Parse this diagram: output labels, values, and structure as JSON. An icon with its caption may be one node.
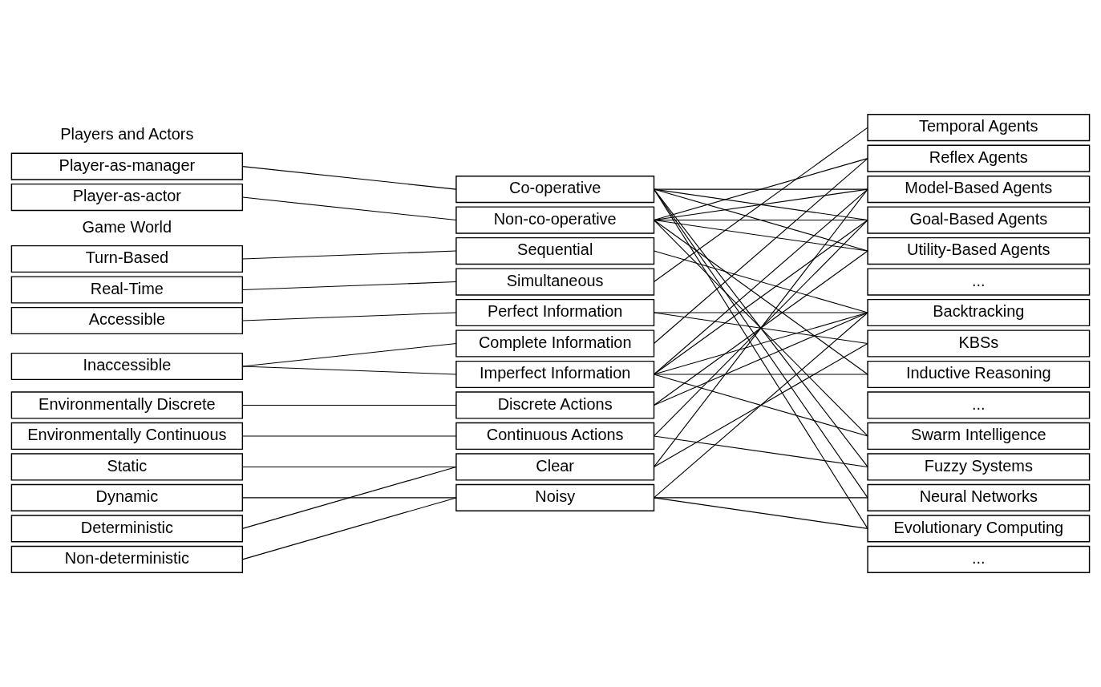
{
  "diagram": {
    "nodes": [
      {
        "text": [
          "Player-as-manager"
        ]
      },
      {
        "text": [
          "Player-as-actor"
        ]
      },
      {
        "text": [
          "Co-operative"
        ]
      },
      {
        "text": [
          "Non-co-operative"
        ]
      },
      {
        "text": [
          "Temporal Agents"
        ]
      },
      {
        "text": [
          "Reflex Agents"
        ]
      },
      {
        "text": [
          "Model-Based Agents"
        ]
      },
      {
        "text": [
          "Goal-Based Agents"
        ]
      },
      {
        "text": [
          "Utility-Based Agents"
        ]
      },
      {
        "text": [
          "..."
        ]
      },
      {
        "text": [
          "Turn-Based"
        ]
      },
      {
        "text": [
          "Real-Time"
        ]
      },
      {
        "text": [
          "Sequential"
        ]
      },
      {
        "text": [
          "Simultaneous"
        ]
      },
      {
        "text": [
          "Backtracking"
        ]
      },
      {
        "text": [
          "KBSs"
        ]
      },
      {
        "text": [
          "Inductive Reasoning"
        ]
      },
      {
        "text": [
          "..."
        ]
      },
      {
        "text": [
          "Accessible"
        ]
      },
      {
        "text": [
          "Inaccessible"
        ]
      },
      {
        "text": [
          "Perfect Information"
        ]
      },
      {
        "text": [
          "Complete Information"
        ]
      },
      {
        "text": [
          "Imperfect Information"
        ]
      },
      {
        "text": [
          "Environmentally Discrete"
        ]
      },
      {
        "text": [
          "Environmentally Continuous"
        ]
      },
      {
        "text": [
          "Discrete Actions"
        ]
      },
      {
        "text": [
          "Continuous Actions"
        ]
      },
      {
        "text": [
          "Swarm Intelligence"
        ]
      },
      {
        "text": [
          "Fuzzy Systems"
        ]
      },
      {
        "text": [
          "Neural Networks"
        ]
      },
      {
        "text": [
          "Evolutionary Computing"
        ]
      },
      {
        "text": [
          "..."
        ]
      },
      {
        "text": [
          "Static"
        ]
      },
      {
        "text": [
          "Dynamic"
        ]
      },
      {
        "text": [
          "Clear"
        ]
      },
      {
        "text": [
          "Noisy"
        ]
      },
      {
        "text": [
          "Deterministic"
        ]
      },
      {
        "text": [
          "Non-deterministic"
        ]
      }
    ],
    "edges": [
      {
        "from": 0,
        "to": 2,
        "arrow": "none"
      },
      {
        "from": 1,
        "to": 3,
        "arrow": "none"
      },
      {
        "from": 10,
        "to": 12,
        "arrow": "none"
      },
      {
        "from": 11,
        "to": 13,
        "arrow": "none"
      },
      {
        "from": 18,
        "to": 20,
        "arrow": "none"
      },
      {
        "from": 19,
        "to": 21,
        "arrow": "none"
      },
      {
        "from": 19,
        "to": 22,
        "arrow": "none"
      },
      {
        "from": 23,
        "to": 25,
        "arrow": "none"
      },
      {
        "from": 24,
        "to": 26,
        "arrow": "none"
      },
      {
        "from": 32,
        "to": 34,
        "arrow": "none"
      },
      {
        "from": 33,
        "to": 35,
        "arrow": "none"
      },
      {
        "from": 36,
        "to": 34,
        "arrow": "none"
      },
      {
        "from": 37,
        "to": 35,
        "arrow": "none"
      },
      {
        "from": 2,
        "to": 6,
        "arrow": "none"
      },
      {
        "from": 2,
        "to": 7,
        "arrow": "none"
      },
      {
        "from": 2,
        "to": 8,
        "arrow": "none"
      },
      {
        "from": 2,
        "to": 28,
        "arrow": "none"
      },
      {
        "from": 2,
        "to": 29,
        "arrow": "none"
      },
      {
        "from": 2,
        "to": 30,
        "arrow": "none"
      },
      {
        "from": 3,
        "to": 5,
        "arrow": "none"
      },
      {
        "from": 3,
        "to": 6,
        "arrow": "none"
      },
      {
        "from": 3,
        "to": 7,
        "arrow": "none"
      },
      {
        "from": 3,
        "to": 8,
        "arrow": "none"
      },
      {
        "from": 3,
        "to": 16,
        "arrow": "none"
      },
      {
        "from": 3,
        "to": 27,
        "arrow": "none"
      },
      {
        "from": 12,
        "to": 14,
        "arrow": "none"
      },
      {
        "from": 13,
        "to": 4,
        "arrow": "none"
      },
      {
        "from": 20,
        "to": 14,
        "arrow": "none"
      },
      {
        "from": 20,
        "to": 15,
        "arrow": "none"
      },
      {
        "from": 21,
        "to": 5,
        "arrow": "none"
      },
      {
        "from": 22,
        "to": 6,
        "arrow": "none"
      },
      {
        "from": 22,
        "to": 7,
        "arrow": "none"
      },
      {
        "from": 22,
        "to": 14,
        "arrow": "none"
      },
      {
        "from": 22,
        "to": 16,
        "arrow": "none"
      },
      {
        "from": 22,
        "to": 27,
        "arrow": "none"
      },
      {
        "from": 25,
        "to": 14,
        "arrow": "none"
      },
      {
        "from": 25,
        "to": 8,
        "arrow": "none"
      },
      {
        "from": 26,
        "to": 7,
        "arrow": "none"
      },
      {
        "from": 26,
        "to": 28,
        "arrow": "none"
      },
      {
        "from": 34,
        "to": 6,
        "arrow": "none"
      },
      {
        "from": 34,
        "to": 15,
        "arrow": "none"
      },
      {
        "from": 35,
        "to": 14,
        "arrow": "none"
      },
      {
        "from": 35,
        "to": 29,
        "arrow": "none"
      },
      {
        "from": 35,
        "to": 30,
        "arrow": "none"
      }
    ],
    "labels": [
      "Players and Actors",
      "Game World"
    ]
  }
}
